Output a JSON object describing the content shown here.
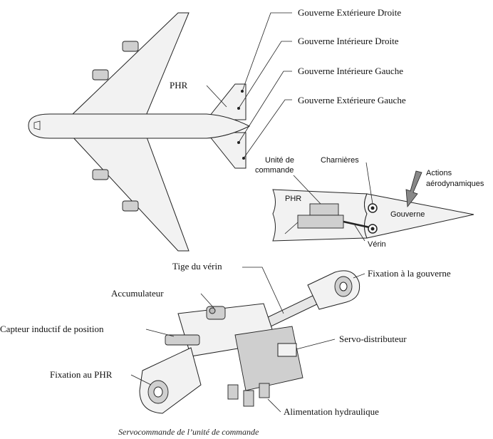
{
  "aircraft_labels": {
    "right_outer": "Gouverne Extérieure Droite",
    "right_inner": "Gouverne Intérieure Droite",
    "left_inner": "Gouverne Intérieure Gauche",
    "left_outer": "Gouverne Extérieure Gauche",
    "phr": "PHR"
  },
  "section_labels": {
    "command_unit_line1": "Unité de",
    "command_unit_line2": "commande",
    "hinges": "Charnières",
    "aero_line1": "Actions",
    "aero_line2": "aérodynamiques",
    "phr": "PHR",
    "gouverne": "Gouverne",
    "verin": "Vérin"
  },
  "servo_labels": {
    "rod": "Tige du vérin",
    "accumulator": "Accumulateur",
    "sensor": "Capteur inductif de position",
    "phr_mount": "Fixation au PHR",
    "gouverne_mount": "Fixation à la gouverne",
    "servo_valve": "Servo-distributeur",
    "hydraulic": "Alimentation hydraulique"
  },
  "caption": "Servocommande de l’unité de commande"
}
